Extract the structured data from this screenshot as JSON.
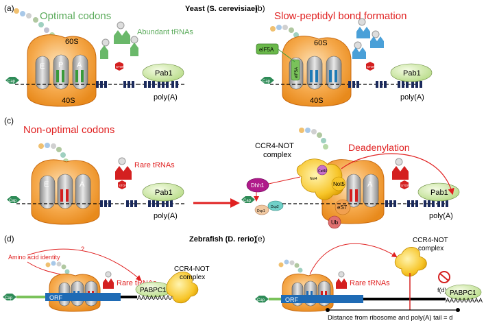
{
  "panels": {
    "a": {
      "letter": "(a)",
      "title": "Optimal codons",
      "organism": "Yeast (S. cerevisiae)",
      "subunit_large": "60S",
      "subunit_small": "40S",
      "site_e": "E",
      "site_p": "P",
      "site_a": "A",
      "trna_label": "Abundant tRNAs",
      "stop": "STOP",
      "cap": "Cap",
      "pab": "Pab1",
      "polya": "poly(A)"
    },
    "b": {
      "letter": "(b)",
      "title": "Slow-peptidyl bond formation",
      "factor": "eIF5A",
      "factor_small": "eIF5A",
      "subunit_large": "60S",
      "subunit_small": "40S",
      "stop": "STOP",
      "cap": "Cap",
      "pab": "Pab1",
      "polya": "poly(A)"
    },
    "c": {
      "letter": "(c)",
      "title": "Non-optimal codons",
      "trna_label": "Rare tRNAs",
      "site_e": "E",
      "site_a": "A",
      "stop": "STOP",
      "cap": "Cap",
      "pab": "Pab1",
      "polya": "poly(A)",
      "complex": "CCR4-NOT\ncomplex",
      "complex_line1": "CCR4-NOT",
      "complex_line2": "complex",
      "deadenylation": "Deadenylation",
      "dhh1": "Dhh1",
      "not5": "Not5",
      "not4": "Not4",
      "caf40": "Caf40",
      "dcp1": "Dcp1",
      "dcp2": "Dcp2",
      "es7": "eS7",
      "ub": "Ub",
      "site_a2": "A",
      "stop2": "STOP",
      "cap2": "Cap",
      "pab2": "Pab1",
      "polya2": "poly(A)"
    },
    "d": {
      "letter": "(d)",
      "organism": "Zebrafish (D. rerio)",
      "aa_identity": "Amino acid identity",
      "question": "?",
      "trna_label": "Rare tRNAs",
      "orf": "ORF",
      "cap": "Cap",
      "pab": "PABPC1",
      "polya": "AAAAAAAAA",
      "complex_line1": "CCR4-NOT",
      "complex_line2": "complex"
    },
    "e": {
      "letter": "(e)",
      "trna_label": "Rare tRNAs",
      "orf": "ORF",
      "cap": "Cap",
      "pab": "PABPC1",
      "polya": "AAAAAAAAA",
      "complex_line1": "CCR4-NOT",
      "complex_line2": "complex",
      "fd": "f(d)",
      "distance": "Distance from ribosome and poly(A) tail = d"
    }
  },
  "colors": {
    "green_text": "#5aaa5a",
    "red_text": "#e02020",
    "ribosome": "#f4a340",
    "ribosome_edge": "#c86a10",
    "navy": "#1b2a5c",
    "blue_orf": "#1f6bb5",
    "green_cap": "#2e8b57",
    "pab": "#d8ecb0",
    "yellow": "#f7c528",
    "purple": "#b01a8a"
  }
}
